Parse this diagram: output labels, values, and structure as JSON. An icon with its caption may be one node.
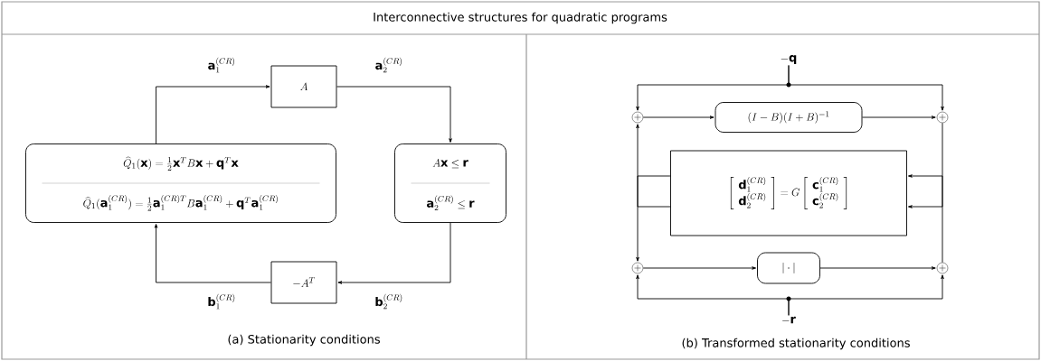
{
  "diagram": {
    "title": "Interconnective structures for quadratic programs",
    "nodes": [
      {
        "text": [
          "A"
        ]
      },
      {
        "text": [
          "-A^T"
        ]
      },
      {
        "text": [
          "\\widehat{Q}_1(\\mathbf{x}) = \\frac{1}{2}\\mathbf{x}^T B\\mathbf{x} + \\mathbf{q}^T\\mathbf{x}",
          "\\widehat{Q}_1(\\mathbf{a}_1^{(CR)}) = \\frac{1}{2}\\mathbf{a}_1^{(CR)T} B\\mathbf{a}_1^{(CR)} + \\mathbf{q}^T\\mathbf{a}_1^{(CR)}"
        ]
      },
      {
        "text": [
          "A\\mathbf{x} \\leq \\mathbf{r}",
          "\\mathbf{a}_2^{(CR)} \\leq \\mathbf{r}"
        ]
      },
      {
        "text": [
          "-\\mathbf{q}"
        ]
      },
      {
        "text": [],
        "shape": "circle"
      },
      {
        "text": [
          "(I-B)(I+B)^{-1}"
        ]
      },
      {
        "text": [],
        "shape": "circle"
      },
      {
        "text": [
          "\\left[\\begin{array}{c}\\mathbf{d}_1^{(CR)}\\\\ \\mathbf{d}_2^{(CR)}\\end{array}\\right] = G \\left[\\begin{array}{c}\\mathbf{c}_1^{(CR)}\\\\ \\mathbf{c}_2^{(CR)}\\end{array}\\right]"
        ]
      },
      {
        "text": [],
        "shape": "circle"
      },
      {
        "text": [
          "|\\cdot|"
        ]
      },
      {
        "text": [],
        "shape": "circle"
      },
      {
        "text": [
          "-\\mathbf{r}"
        ]
      }
    ],
    "edges": [
      {
        "from": 2,
        "to": 0,
        "arrow": "to",
        "label": "\\mathbf{a}_1^{(CR)}"
      },
      {
        "from": 0,
        "to": 3,
        "arrow": "to",
        "label": "\\mathbf{a}_2^{(CR)}"
      },
      {
        "from": 3,
        "to": 1,
        "arrow": "to",
        "label": "\\mathbf{b}_2^{(CR)}"
      },
      {
        "from": 1,
        "to": 2,
        "arrow": "to",
        "label": "\\mathbf{b}_1^{(CR)}"
      },
      {
        "from": 4,
        "to": 5,
        "arrow": "to"
      },
      {
        "from": 4,
        "to": 7,
        "arrow": "to"
      },
      {
        "from": 5,
        "to": 6,
        "arrow": "to"
      },
      {
        "from": 6,
        "to": 7,
        "arrow": "to"
      },
      {
        "from": 7,
        "to": 8,
        "arrow": "to"
      },
      {
        "from": 8,
        "to": 5,
        "arrow": "to"
      },
      {
        "from": 8,
        "to": 9,
        "arrow": "to"
      },
      {
        "from": 11,
        "to": 8,
        "arrow": "to"
      },
      {
        "from": 9,
        "to": 10,
        "arrow": "to"
      },
      {
        "from": 10,
        "to": 11,
        "arrow": "to"
      },
      {
        "from": 12,
        "to": 9,
        "arrow": "to"
      },
      {
        "from": 12,
        "to": 11,
        "arrow": "to"
      }
    ],
    "labels": [
      "(a) Stationarity conditions",
      "(b) Transformed stationarity conditions"
    ]
  }
}
